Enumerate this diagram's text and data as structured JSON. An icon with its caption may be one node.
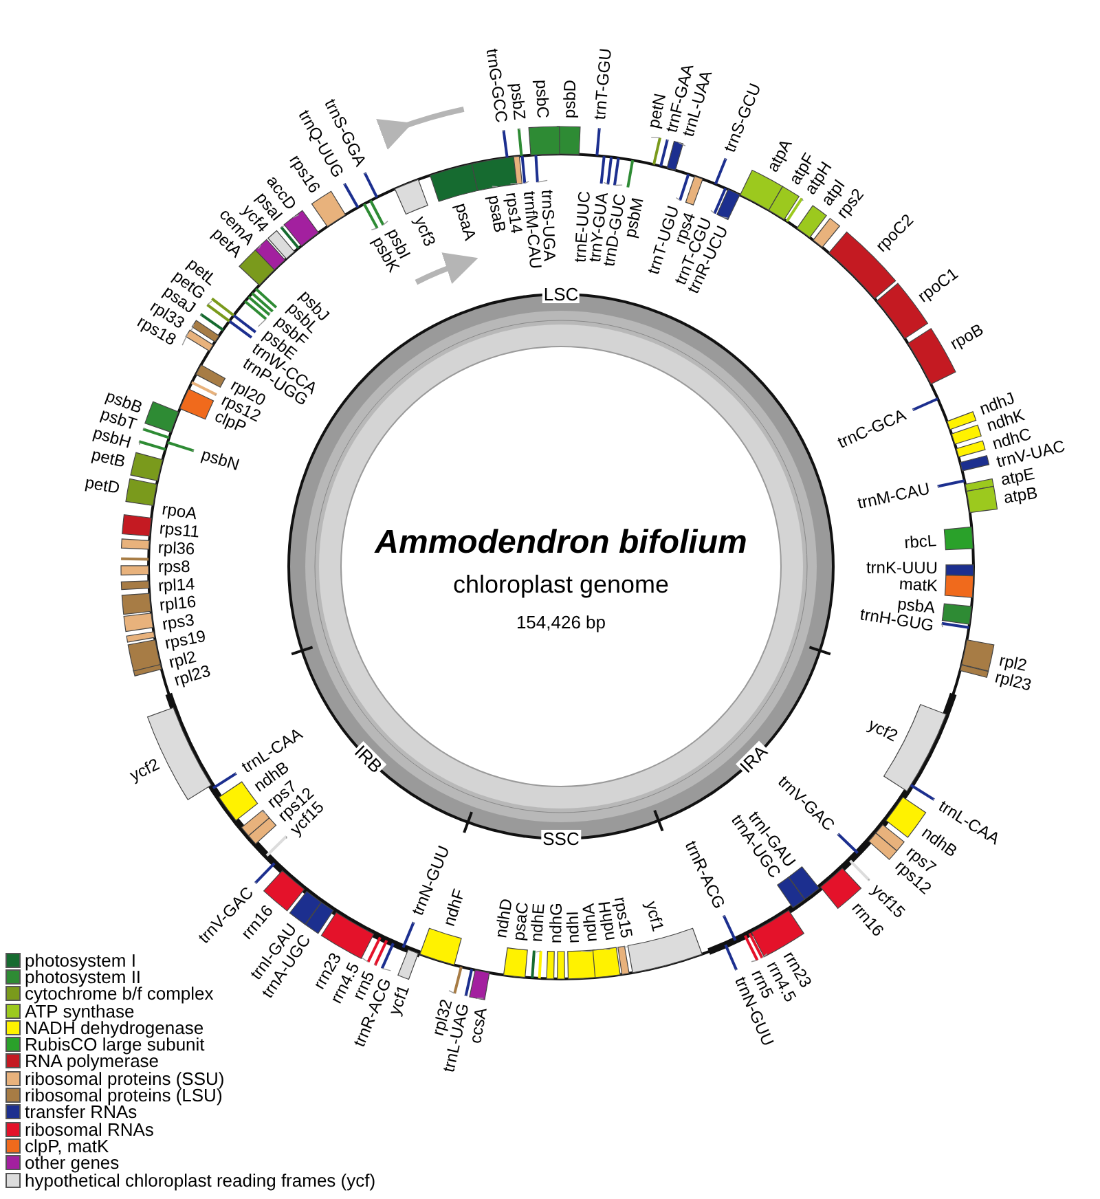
{
  "diagram": {
    "title": "Ammodendron bifolium",
    "labels": [
      "psbD",
      "trnT-GGU",
      "trnE-UUC",
      "trnY-GUA",
      "trnD-GUC",
      "psbM",
      "petN",
      "trnF-GAA",
      "trnL-UAA",
      "trnT-UGU",
      "rps4",
      "trnS-GCU",
      "trnT-CGU",
      "trnR-UCU",
      "atpA",
      "atpF",
      "atpH",
      "atpI",
      "rps2",
      "rpoC2",
      "rpoC1",
      "rpoB",
      "trnC-GCA",
      "ndhJ",
      "ndhK",
      "ndhC",
      "trnV-UAC",
      "trnM-CAU",
      "atpE",
      "atpB",
      "rbcL",
      "trnK-UUU",
      "matK",
      "psbA",
      "trnH-GUG",
      "rpl2",
      "rpl23",
      "ycf2",
      "trnL-CAA",
      "ndhB",
      "rps7",
      "rps12",
      "trnV-GAC",
      "ycf15",
      "rrn16",
      "trnI-GAU",
      "trnA-UGC",
      "rrn23",
      "rrn4.5",
      "rrn5",
      "trnR-ACG",
      "trnN-GUU",
      "ndhD",
      "psaC",
      "ndhE",
      "ndhG",
      "ndhI",
      "ndhA",
      "ndhH",
      "rps15",
      "ycf1",
      "ccsA",
      "trnL-UAG",
      "rpl32",
      "ndhF",
      "ycf1",
      "trnN-GUU",
      "trnR-ACG",
      "rrn5",
      "rrn4.5",
      "rrn23",
      "trnA-UGC",
      "trnI-GAU",
      "rrn16",
      "trnV-GAC",
      "ycf15",
      "rps12",
      "rps7",
      "ndhB",
      "trnL-CAA",
      "ycf2",
      "rpl23",
      "rpl2",
      "rps19",
      "rps3",
      "rpl16",
      "rpl14",
      "rps8",
      "rpl36",
      "rps11",
      "rpoA",
      "petD",
      "petB",
      "psbH",
      "psbN",
      "psbT",
      "psbB",
      "clpP",
      "rps12",
      "rpl20",
      "rps18",
      "rpl33",
      "psaJ",
      "trnP-UGG",
      "trnW-CCA",
      "petG",
      "petL",
      "psbE",
      "psbF",
      "psbL",
      "psbJ",
      "petA",
      "cemA",
      "ycf4",
      "psaI",
      "accD",
      "rps16",
      "trnQ-UUG",
      "psbK",
      "psbI",
      "trnS-GGA",
      "ycf3",
      "psaA",
      "psaB",
      "rps14",
      "trnfM-CAU",
      "trnS-UGA",
      "trnG-GCC",
      "psbZ",
      "psbC",
      "LSC",
      "IRA",
      "SSC",
      "IRB",
      "chloroplast genome",
      "154,426 bp"
    ],
    "legend": [
      {
        "text": "photosystem I",
        "color": "#166b30"
      },
      {
        "text": "photosystem II",
        "color": "#2e8b34"
      },
      {
        "text": "cytochrome b/f complex",
        "color": "#7a9a1c"
      },
      {
        "text": "ATP synthase",
        "color": "#9cc91e"
      },
      {
        "text": "NADH dehydrogenase",
        "color": "#fff200"
      },
      {
        "text": "RubisCO large subunit",
        "color": "#2aa12a"
      },
      {
        "text": "RNA polymerase",
        "color": "#c41a22"
      },
      {
        "text": "ribosomal proteins (SSU)",
        "color": "#e8b27c"
      },
      {
        "text": "ribosomal proteins (LSU)",
        "color": "#a77c45"
      },
      {
        "text": "transfer RNAs",
        "color": "#1c2f8f"
      },
      {
        "text": "ribosomal RNAs",
        "color": "#e4122a"
      },
      {
        "text": "clpP, matK",
        "color": "#f06a1c"
      },
      {
        "text": "other genes",
        "color": "#a3209f"
      },
      {
        "text": "hypothetical chloroplast reading frames (ycf)",
        "color": "#dcdcdc"
      }
    ]
  }
}
